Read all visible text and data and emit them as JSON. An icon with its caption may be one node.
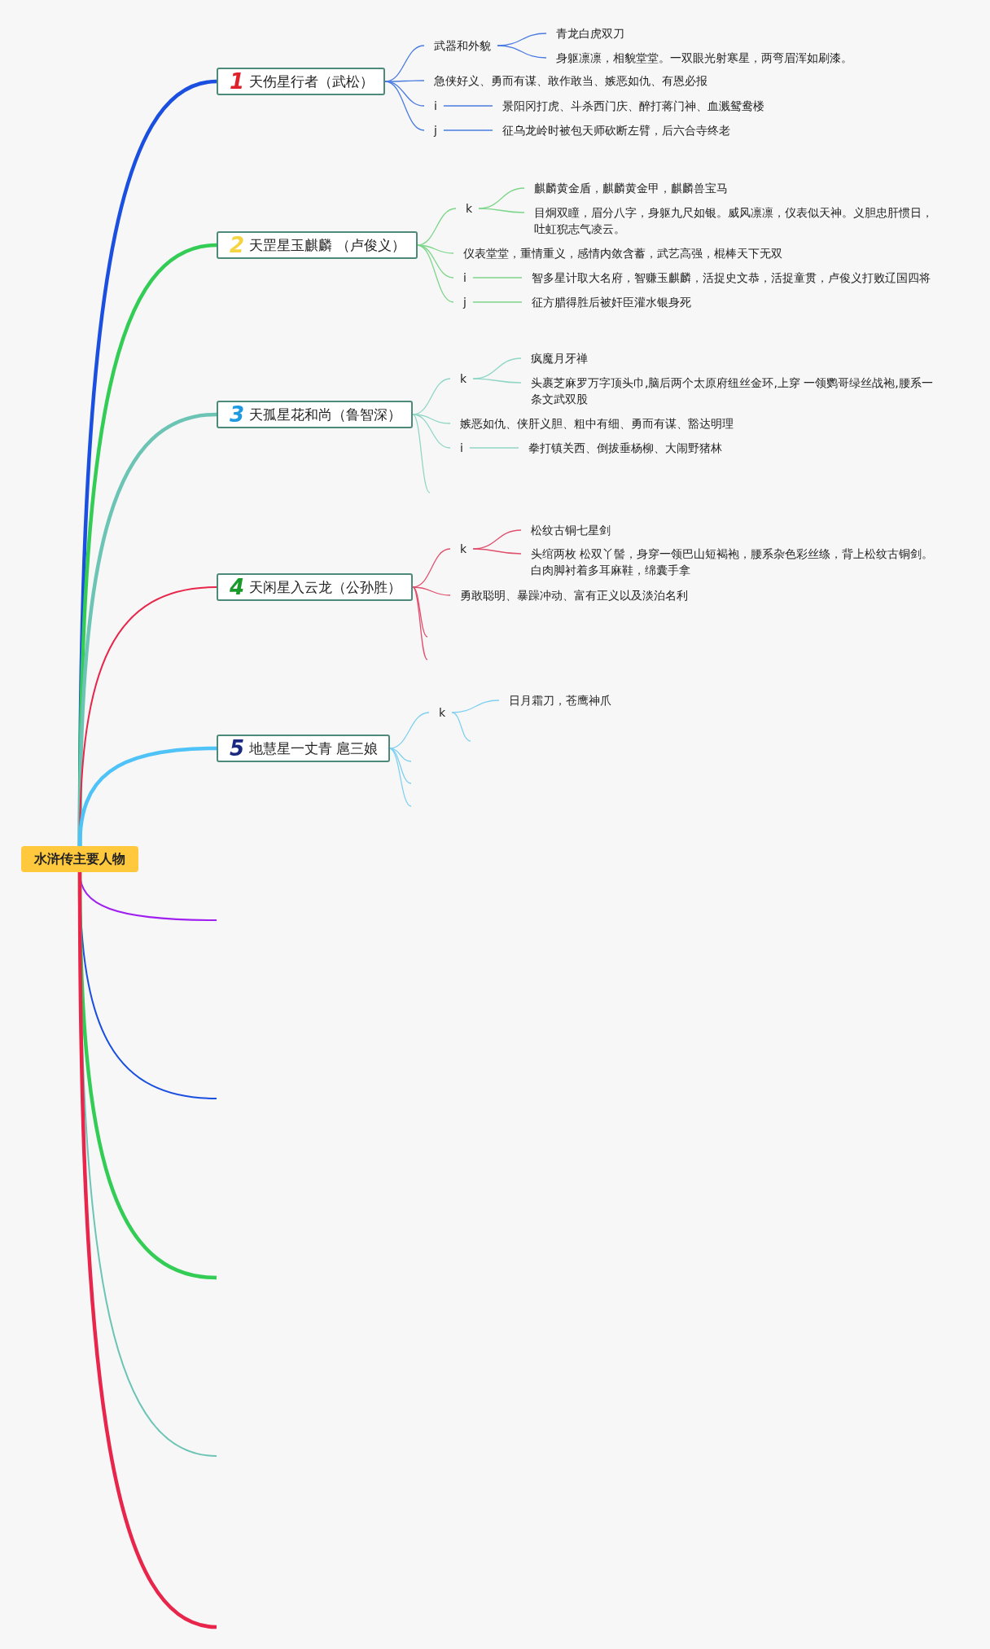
{
  "diagram": {
    "nodes": [
      {
        "text": [
          "水浒传主要人物"
        ]
      },
      {
        "text": [
          "1",
          "天伤星行者（武松）"
        ]
      },
      {
        "text": [
          "武器和外貌"
        ]
      },
      {
        "text": [
          "青龙白虎双刀"
        ]
      },
      {
        "text": [
          "身躯凛凛，相貌堂堂。一双眼光射寒星，两弯眉浑如刷漆。"
        ]
      },
      {
        "text": [
          "急侠好义、勇而有谋、敢作敢当、嫉恶如仇、有恩必报"
        ]
      },
      {
        "text": [
          "i"
        ]
      },
      {
        "text": [
          "景阳冈打虎、斗杀西门庆、醉打蒋门神、血溅鸳鸯楼"
        ]
      },
      {
        "text": [
          "j"
        ]
      },
      {
        "text": [
          "征乌龙岭时被包天师砍断左臂，后六合寺终老"
        ]
      },
      {
        "text": [
          "2",
          "天罡星玉麒麟 （卢俊义）"
        ]
      },
      {
        "text": [
          "k"
        ]
      },
      {
        "text": [
          "麒麟黄金盾，麒麟黄金甲，麒麟兽宝马"
        ]
      },
      {
        "text": [
          "目炯双瞳，眉分八字，身躯九尺如银。威风凛凛，仪表似天神。义胆忠肝惯日，吐虹猊志气凌云。"
        ]
      },
      {
        "text": [
          "仪表堂堂，重情重义，感情内敛含蓄，武艺高强，棍棒天下无双"
        ]
      },
      {
        "text": [
          "i"
        ]
      },
      {
        "text": [
          "智多星计取大名府，智赚玉麒麟，活捉史文恭，活捉童贯，卢俊义打败辽国四将"
        ]
      },
      {
        "text": [
          "j"
        ]
      },
      {
        "text": [
          "征方腊得胜后被奸臣灌水银身死"
        ]
      },
      {
        "text": [
          "3",
          "天孤星花和尚（鲁智深）"
        ]
      },
      {
        "text": [
          "k"
        ]
      },
      {
        "text": [
          "疯魔月牙禅"
        ]
      },
      {
        "text": [
          "头裹芝麻罗万字顶头巾,脑后两个太原府纽丝金环,上穿 一领鹦哥绿丝战袍,腰系一条文武双股"
        ]
      },
      {
        "text": [
          "嫉恶如仇、侠肝义胆、粗中有细、勇而有谋、豁达明理"
        ]
      },
      {
        "text": [
          "i"
        ]
      },
      {
        "text": [
          "拳打镇关西、倒拔垂杨柳、大闹野猪林"
        ]
      },
      {
        "text": [
          "4",
          "天闲星入云龙（公孙胜）"
        ]
      },
      {
        "text": [
          "k"
        ]
      },
      {
        "text": [
          "松纹古铜七星剑"
        ]
      },
      {
        "text": [
          "头绾两枚 松双丫髻，身穿一领巴山短褐袍，腰系杂色彩丝绦，背上松纹古铜剑。白肉脚衬着多耳麻鞋，绵囊手拿"
        ]
      },
      {
        "text": [
          "勇敢聪明、暴躁冲动、富有正义以及淡泊名利"
        ]
      },
      {
        "text": [
          "5",
          "地慧星一丈青 扈三娘"
        ]
      },
      {
        "text": [
          "k"
        ]
      },
      {
        "text": [
          "日月霜刀，苍鹰神爪"
        ]
      }
    ],
    "edges": [
      {
        "from": 0,
        "to": 1,
        "arrow": "none",
        "style": "thick",
        "color": "#1a4fe0"
      },
      {
        "from": 0,
        "to": 10,
        "arrow": "none",
        "style": "thick",
        "color": "#33cc55"
      },
      {
        "from": 0,
        "to": 19,
        "arrow": "none",
        "style": "thick",
        "color": "#6cc4b4"
      },
      {
        "from": 0,
        "to": 26,
        "arrow": "none",
        "color": "#e8254a"
      },
      {
        "from": 0,
        "to": 31,
        "arrow": "none",
        "style": "thick",
        "color": "#4fc3f7"
      },
      {
        "from": 0,
        "to": null,
        "arrow": "none",
        "color": "#a020f0"
      },
      {
        "from": 0,
        "to": null,
        "arrow": "none",
        "color": "#1a4fe0"
      },
      {
        "from": 0,
        "to": null,
        "arrow": "none",
        "style": "thick",
        "color": "#33cc55"
      },
      {
        "from": 0,
        "to": null,
        "arrow": "none",
        "color": "#6cc4b4"
      },
      {
        "from": 0,
        "to": null,
        "arrow": "none",
        "style": "thick",
        "color": "#e8254a"
      },
      {
        "from": 1,
        "to": 2,
        "arrow": "none",
        "color": "#4a7be0"
      },
      {
        "from": 2,
        "to": 3,
        "arrow": "none",
        "color": "#4a7be0"
      },
      {
        "from": 2,
        "to": 4,
        "arrow": "none",
        "color": "#4a7be0"
      },
      {
        "from": 1,
        "to": 5,
        "arrow": "none",
        "color": "#4a7be0"
      },
      {
        "from": 1,
        "to": 6,
        "arrow": "none",
        "color": "#4a7be0"
      },
      {
        "from": 6,
        "to": 7,
        "arrow": "none",
        "color": "#4a7be0"
      },
      {
        "from": 1,
        "to": 8,
        "arrow": "none",
        "color": "#4a7be0"
      },
      {
        "from": 8,
        "to": 9,
        "arrow": "none",
        "color": "#4a7be0"
      },
      {
        "from": 10,
        "to": 11,
        "arrow": "none",
        "color": "#7ed68a"
      },
      {
        "from": 11,
        "to": 12,
        "arrow": "none",
        "color": "#7ed68a"
      },
      {
        "from": 11,
        "to": 13,
        "arrow": "none",
        "color": "#7ed68a"
      },
      {
        "from": 10,
        "to": 14,
        "arrow": "none",
        "color": "#7ed68a"
      },
      {
        "from": 10,
        "to": 15,
        "arrow": "none",
        "color": "#7ed68a"
      },
      {
        "from": 15,
        "to": 16,
        "arrow": "none",
        "color": "#7ed68a"
      },
      {
        "from": 10,
        "to": 17,
        "arrow": "none",
        "color": "#7ed68a"
      },
      {
        "from": 17,
        "to": 18,
        "arrow": "none",
        "color": "#7ed68a"
      },
      {
        "from": 19,
        "to": 20,
        "arrow": "none",
        "color": "#8fd6c5"
      },
      {
        "from": 20,
        "to": 21,
        "arrow": "none",
        "color": "#8fd6c5"
      },
      {
        "from": 20,
        "to": 22,
        "arrow": "none",
        "color": "#8fd6c5"
      },
      {
        "from": 19,
        "to": 23,
        "arrow": "none",
        "color": "#8fd6c5"
      },
      {
        "from": 19,
        "to": 24,
        "arrow": "none",
        "color": "#8fd6c5"
      },
      {
        "from": 24,
        "to": 25,
        "arrow": "none",
        "color": "#8fd6c5"
      },
      {
        "from": 19,
        "to": null,
        "arrow": "none",
        "color": "#8fd6c5"
      },
      {
        "from": 26,
        "to": 27,
        "arrow": "none",
        "color": "#e0506e"
      },
      {
        "from": 27,
        "to": 28,
        "arrow": "none",
        "color": "#e0506e"
      },
      {
        "from": 27,
        "to": 29,
        "arrow": "none",
        "color": "#e0506e"
      },
      {
        "from": 26,
        "to": 30,
        "arrow": "none",
        "color": "#e0506e"
      },
      {
        "from": 26,
        "to": null,
        "arrow": "none",
        "color": "#e0506e"
      },
      {
        "from": 26,
        "to": null,
        "arrow": "none",
        "color": "#e0506e"
      },
      {
        "from": 31,
        "to": 32,
        "arrow": "none",
        "color": "#7fd0f0"
      },
      {
        "from": 32,
        "to": 33,
        "arrow": "none",
        "color": "#7fd0f0"
      },
      {
        "from": 32,
        "to": null,
        "arrow": "none",
        "color": "#7fd0f0"
      },
      {
        "from": 31,
        "to": null,
        "arrow": "none",
        "color": "#7fd0f0"
      },
      {
        "from": 31,
        "to": null,
        "arrow": "none",
        "color": "#7fd0f0"
      },
      {
        "from": 31,
        "to": null,
        "arrow": "none",
        "color": "#7fd0f0"
      }
    ]
  }
}
